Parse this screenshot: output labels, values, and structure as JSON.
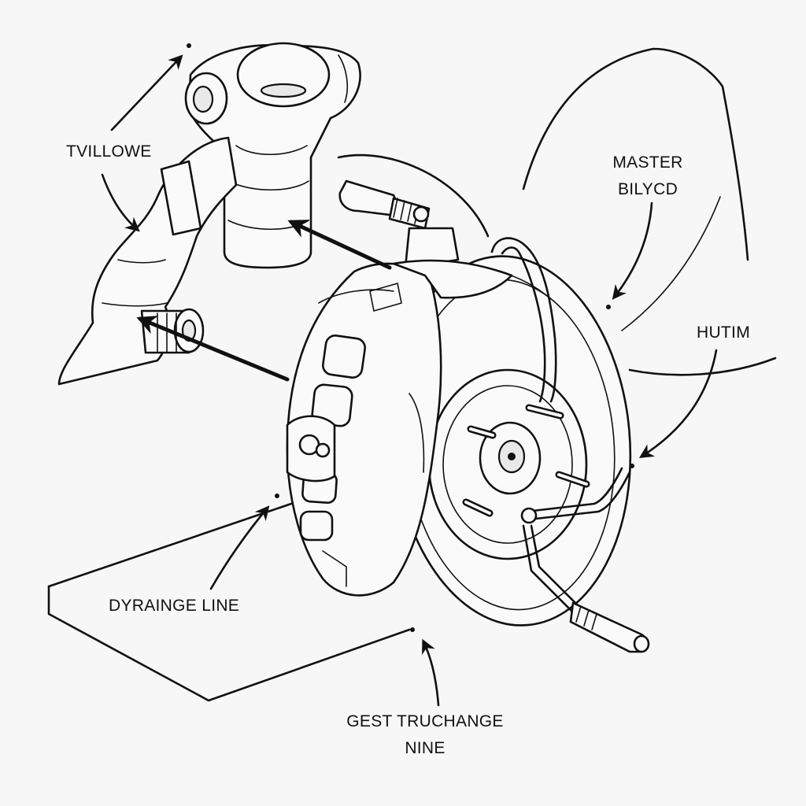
{
  "labels": {
    "tvillowe": "TVILLOWE",
    "master_line1": "MASTER",
    "master_line2": "BILYCD",
    "hutim": "HUTIM",
    "dyraignge": "DYRAINGE LINE",
    "gest_line1": "GEST TRUCHANGE",
    "gest_line2": "NINE"
  },
  "colors": {
    "ink": "#111111",
    "paper": "#f7f7f7"
  }
}
